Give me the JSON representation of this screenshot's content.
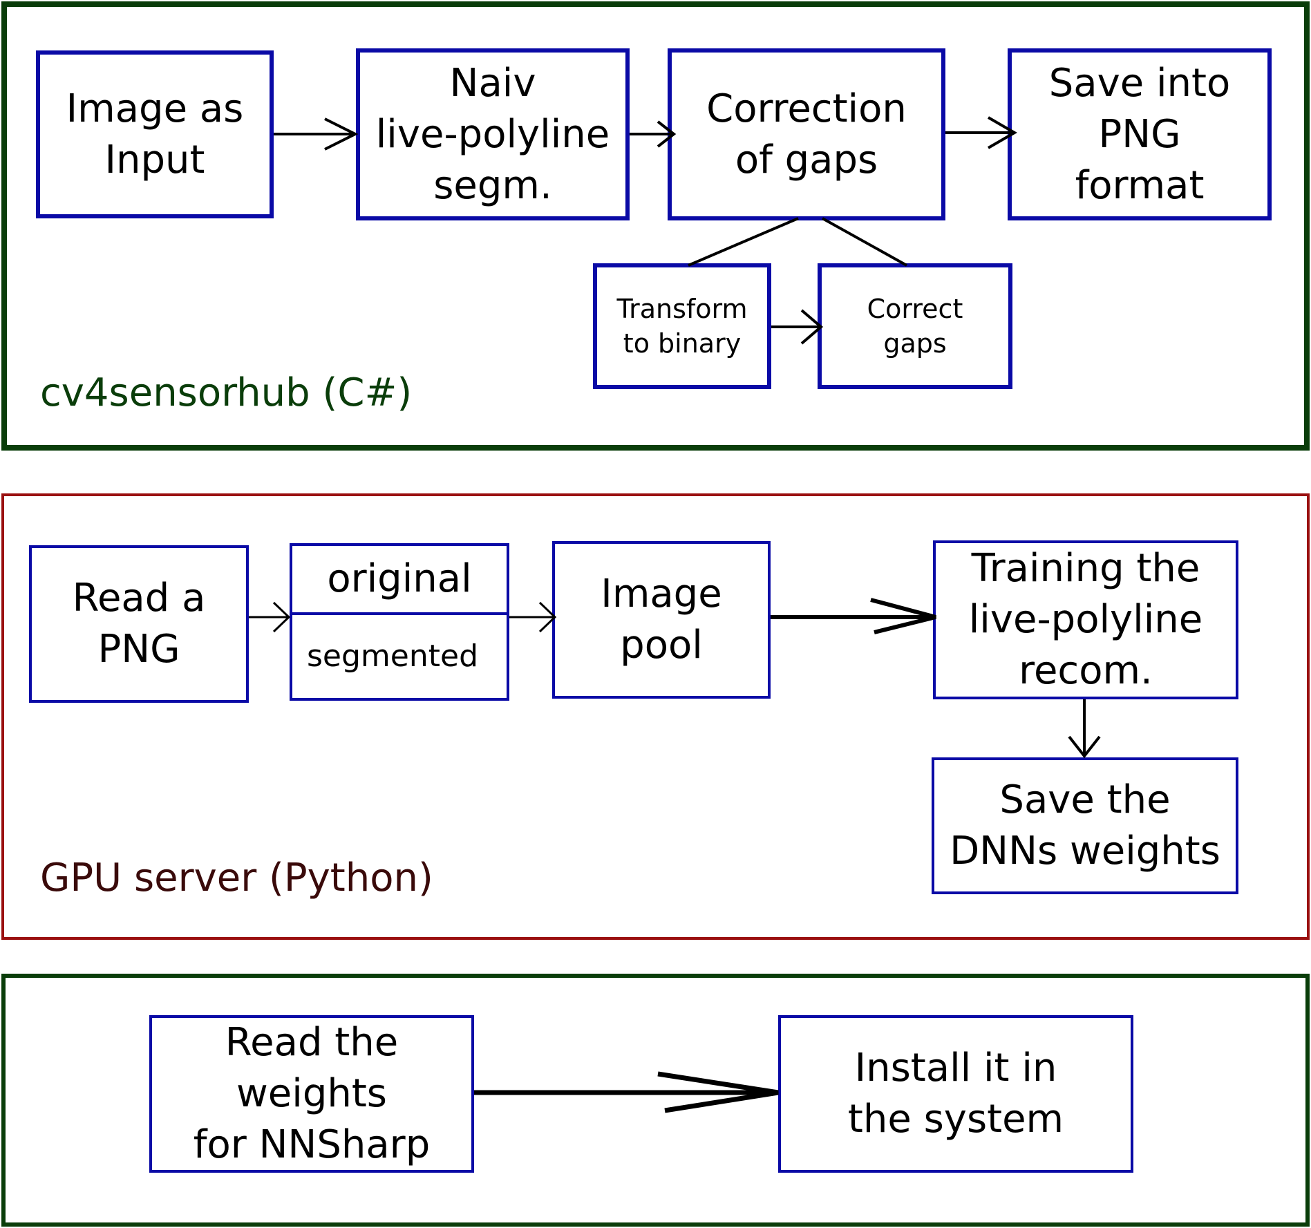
{
  "panels": {
    "top": {
      "label": "cv4sensorhub (C#)",
      "color": "#0a3d0a",
      "boxes": {
        "image_input": [
          "Image as",
          "Input"
        ],
        "naiv_segm": [
          "Naiv",
          "live-polyline",
          "segm."
        ],
        "correction": [
          "Correction",
          "of gaps"
        ],
        "save_png": [
          "Save into",
          "PNG",
          "format"
        ],
        "transform_binary": [
          "Transform",
          "to binary"
        ],
        "correct_gaps": [
          "Correct",
          "gaps"
        ]
      }
    },
    "middle": {
      "label": "GPU server (Python)",
      "color": "#9a1010",
      "boxes": {
        "read_png": [
          "Read a",
          "PNG"
        ],
        "original": "original",
        "segmented": "segmented",
        "image_pool": [
          "Image",
          "pool"
        ],
        "training": [
          "Training the",
          "live-polyline",
          "recom."
        ],
        "save_weights": [
          "Save the",
          "DNNs weights"
        ]
      }
    },
    "bottom": {
      "color": "#0a3d0a",
      "boxes": {
        "read_weights": [
          "Read the",
          "weights",
          "for NNSharp"
        ],
        "install": [
          "Install it in",
          "the system"
        ]
      }
    }
  },
  "colors": {
    "box_border": "#0a0aa6",
    "arrow": "#000000"
  }
}
